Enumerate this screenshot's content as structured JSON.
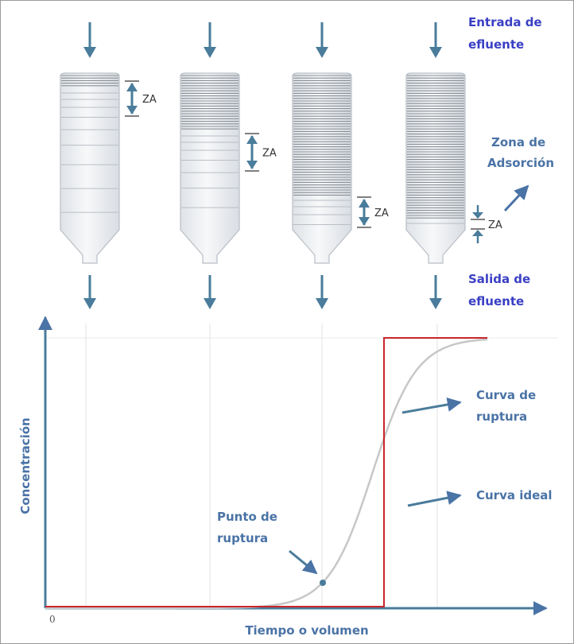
{
  "colors": {
    "arrow": "#4a7c9b",
    "heading_text": "#3a3fc4",
    "annotation_text": "#4a73a6",
    "column_stroke": "#b9bfc6",
    "column_fill": "#eef1f4",
    "saturated_line": "#8a9097",
    "ideal_curve": "#c9262c",
    "breakthrough_curve": "#c7c7c7",
    "axis": "#4a7c9b"
  },
  "top_labels": {
    "inlet_line1": "Entrada de",
    "inlet_line2": "efluente",
    "zone_line1": "Zona de",
    "zone_line2": "Adsorción",
    "outlet_line1": "Salida de",
    "outlet_line2": "efluente"
  },
  "columns": [
    {
      "za_label": "ZA"
    },
    {
      "za_label": "ZA"
    },
    {
      "za_label": "ZA"
    },
    {
      "za_label": "ZA"
    }
  ],
  "chart_data": {
    "type": "line",
    "xlabel": "Tiempo o volumen",
    "ylabel": "Concentración",
    "origin_label": "0",
    "series": [
      {
        "name": "Curva de ruptura",
        "shape": "sigmoid"
      },
      {
        "name": "Curva ideal",
        "shape": "step"
      }
    ],
    "annotations": {
      "breakthrough_curve_line1": "Curva de",
      "breakthrough_curve_line2": "ruptura",
      "ideal_curve": "Curva ideal",
      "breakpoint_line1": "Punto de",
      "breakpoint_line2": "ruptura"
    },
    "grid": true
  }
}
